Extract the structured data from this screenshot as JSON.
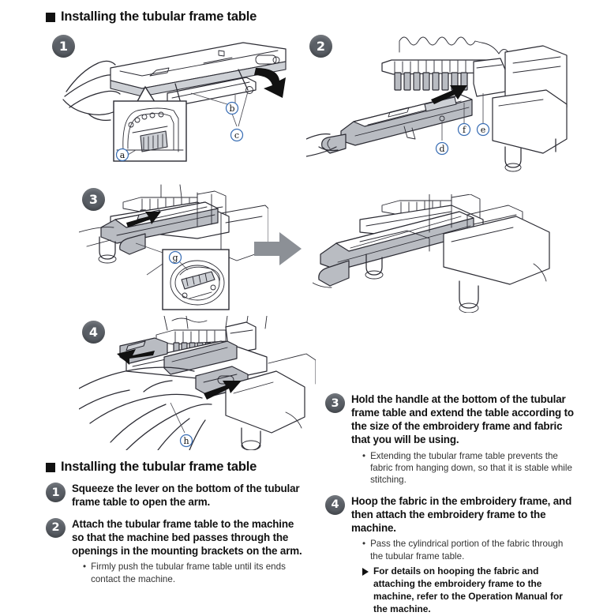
{
  "page": {
    "top_heading": "Installing the tubular frame table",
    "bottom_heading": "Installing the tubular frame table"
  },
  "figures": [
    {
      "id": "figure-step-1",
      "number": "1",
      "caption_labels": [
        "a",
        "b",
        "c"
      ],
      "description": "Hand squeezing the lever on the bottom of the tubular frame table to open the arm, with a magnified inset of the lever",
      "arrow": "curved-arrow-down-right"
    },
    {
      "id": "figure-step-2",
      "number": "2",
      "caption_labels": [
        "d",
        "e",
        "f"
      ],
      "description": "Attaching the tubular frame table to the embroidery machine bed so the bed passes through the openings in the mounting brackets",
      "arrow": "straight-arrow-right"
    },
    {
      "id": "figure-step-3",
      "number": "3",
      "caption_labels": [
        "g"
      ],
      "description": "Tubular frame table installed on the machine, with magnified inset of the mounting bracket, and a transition arrow to the extended table",
      "arrow": "block-arrow-right"
    },
    {
      "id": "figure-step-4",
      "number": "4",
      "caption_labels": [
        "h"
      ],
      "description": "Fabric hooped and passed through the tubular frame table, arrows showing the direction the table extends",
      "arrow": "two-black-arrows"
    }
  ],
  "left_column": {
    "heading": "Installing the tubular frame table",
    "steps": [
      {
        "number": "1",
        "title": "Squeeze the lever on the bottom of the tubular frame table to open the arm.",
        "notes": []
      },
      {
        "number": "2",
        "title": "Attach the tubular frame table to the machine so that the machine bed passes through the openings in the mounting brackets on the arm.",
        "notes": [
          {
            "marker": "bullet",
            "text": "Firmly push the tubular frame table until its ends contact the machine."
          }
        ]
      }
    ]
  },
  "right_column": {
    "steps": [
      {
        "number": "3",
        "title": "Hold the handle at the bottom of the tubular frame table and extend the table according to the size of the embroidery frame and fabric that you will be using.",
        "notes": [
          {
            "marker": "bullet",
            "text": "Extending the tubular frame table prevents the fabric from hanging down, so that it is stable while stitching."
          }
        ]
      },
      {
        "number": "4",
        "title": "Hoop the fabric in the embroidery frame, and then attach the embroidery frame to the machine.",
        "notes": [
          {
            "marker": "bullet",
            "text": "Pass the cylindrical portion of the fabric through the tubular frame table."
          },
          {
            "marker": "triangle",
            "text": "For details on hooping the fabric and attaching the embroidery frame to the machine, refer to the Operation Manual for the machine."
          }
        ]
      }
    ]
  },
  "colors": {
    "badge": "#5a5f66",
    "callout_outline": "#3b6fb5",
    "line_art": "#2b2b33",
    "gray_fill": "#b9bcc2",
    "block_arrow": "#8c9096",
    "text": "#111111"
  }
}
